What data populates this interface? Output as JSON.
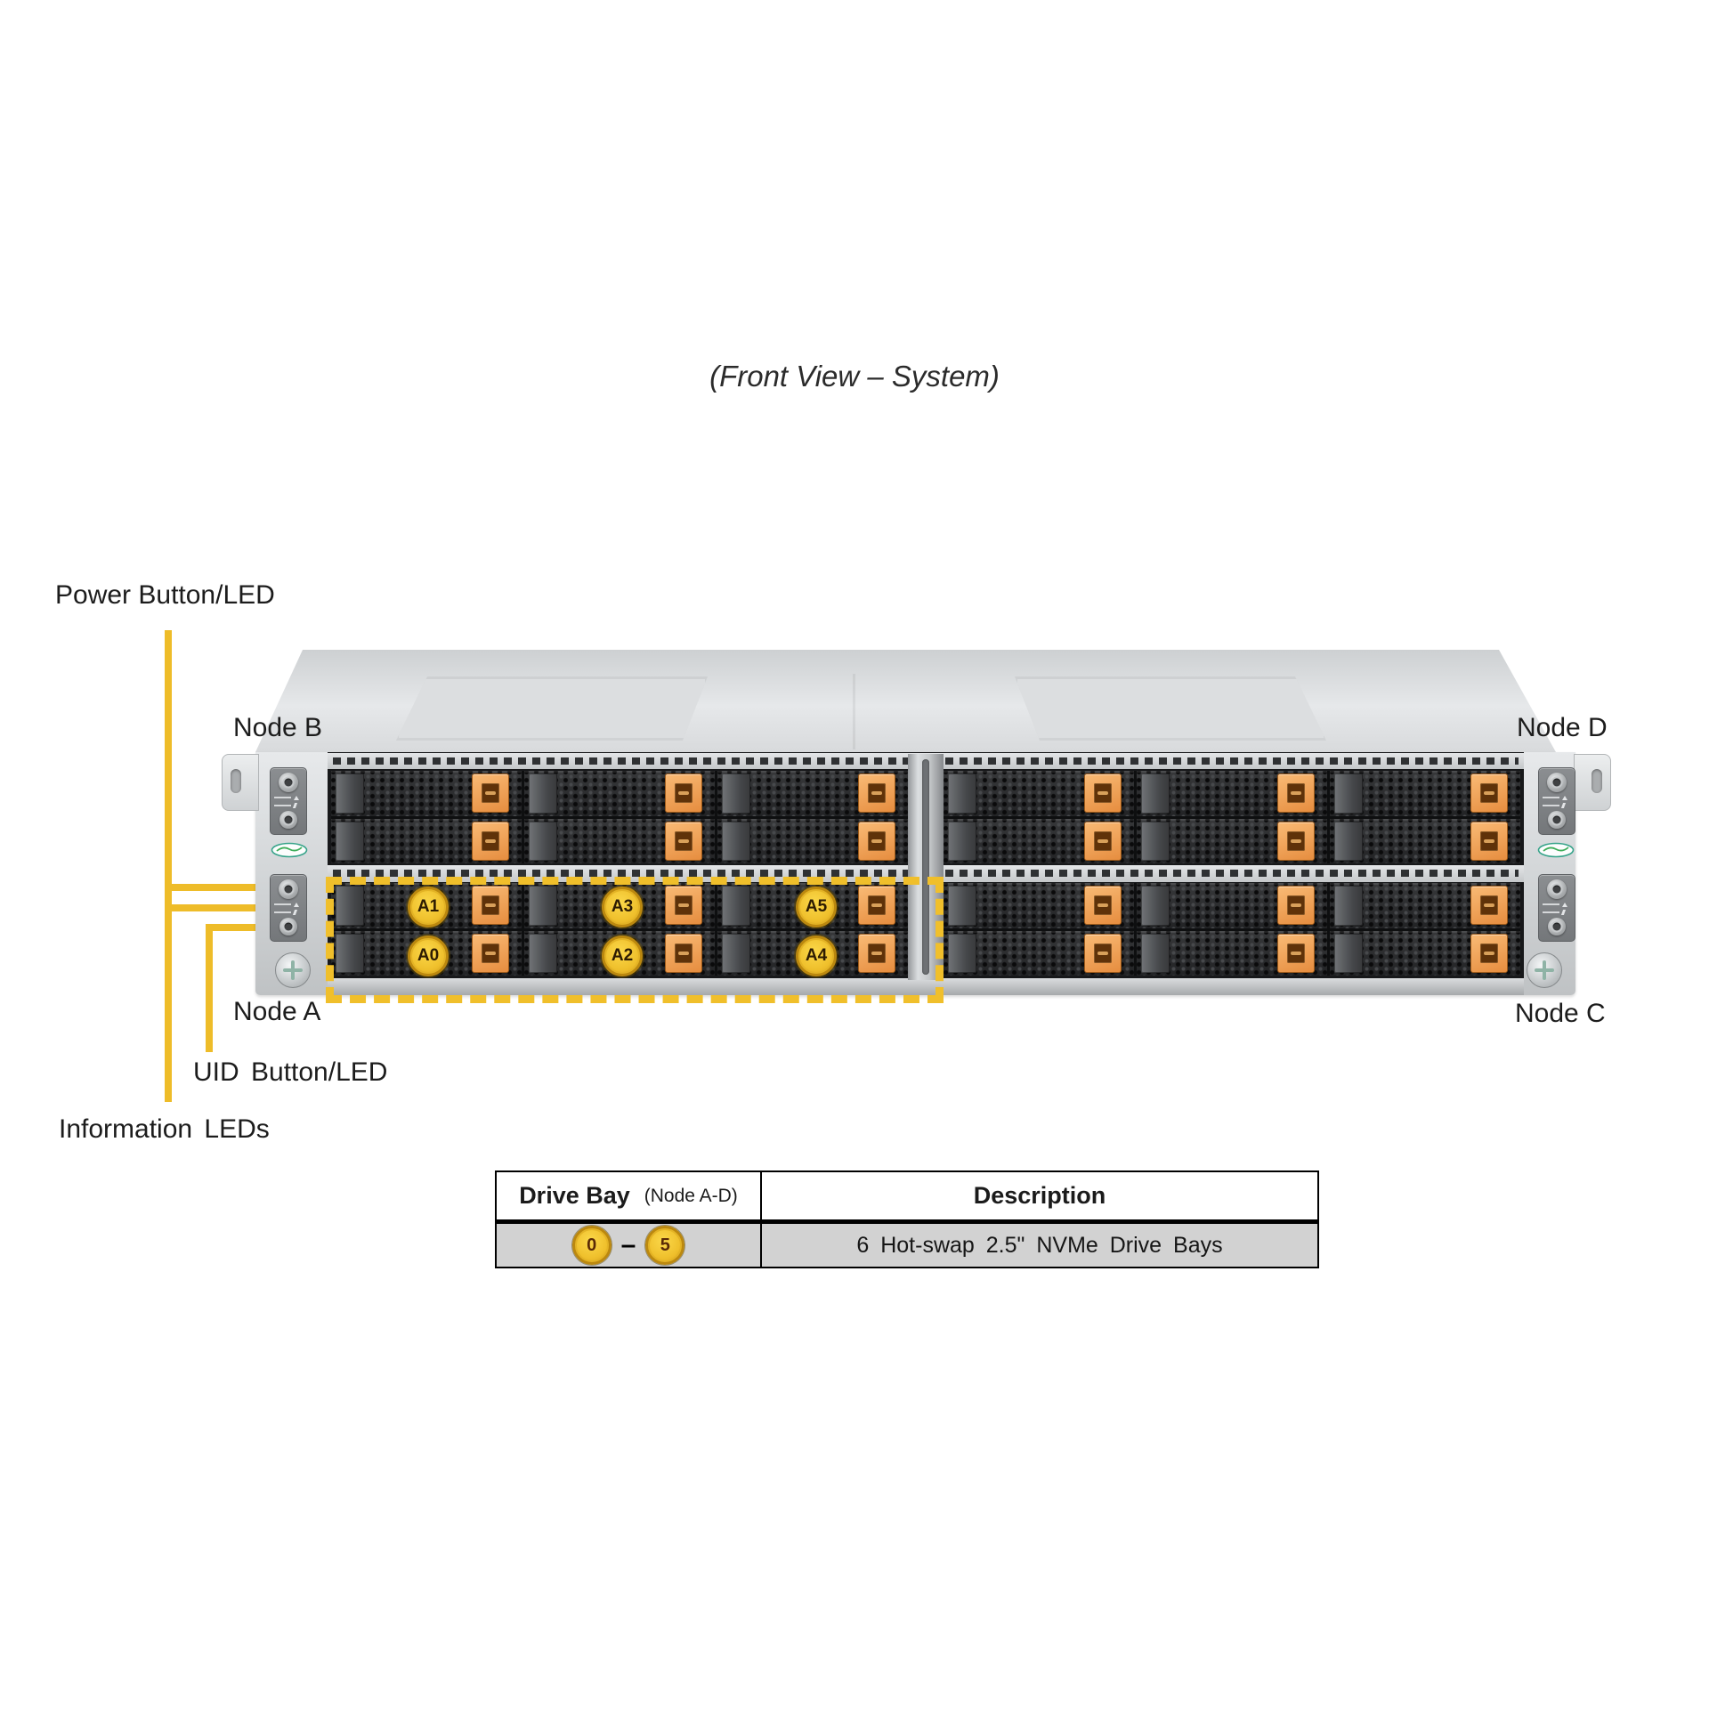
{
  "title": "(Front View – System)",
  "callouts": {
    "power": "Power Button/LED",
    "uid": "UID Button/LED",
    "info": "Information LEDs"
  },
  "nodes": {
    "a": {
      "label": "Node A",
      "drive_labels": [
        "A1",
        "A3",
        "A5",
        "A0",
        "A2",
        "A4"
      ]
    },
    "b": {
      "label": "Node B"
    },
    "c": {
      "label": "Node C"
    },
    "d": {
      "label": "Node D"
    }
  },
  "table": {
    "col1_header": "Drive Bay",
    "col1_header_sub": "(Node A-D)",
    "col2_header": "Description",
    "row": {
      "bay_start": "0",
      "bay_range_dash": "–",
      "bay_end": "5",
      "description": "6 Hot-swap 2.5\" NVMe Drive Bays"
    }
  },
  "colors": {
    "callout_line": "#eebc29",
    "highlight_dash": "#f0bf2b",
    "drive_latch_orange": "#ef9e55",
    "bay_label_gold": "#efc02c",
    "table_row_bg": "#d2d2d2"
  }
}
